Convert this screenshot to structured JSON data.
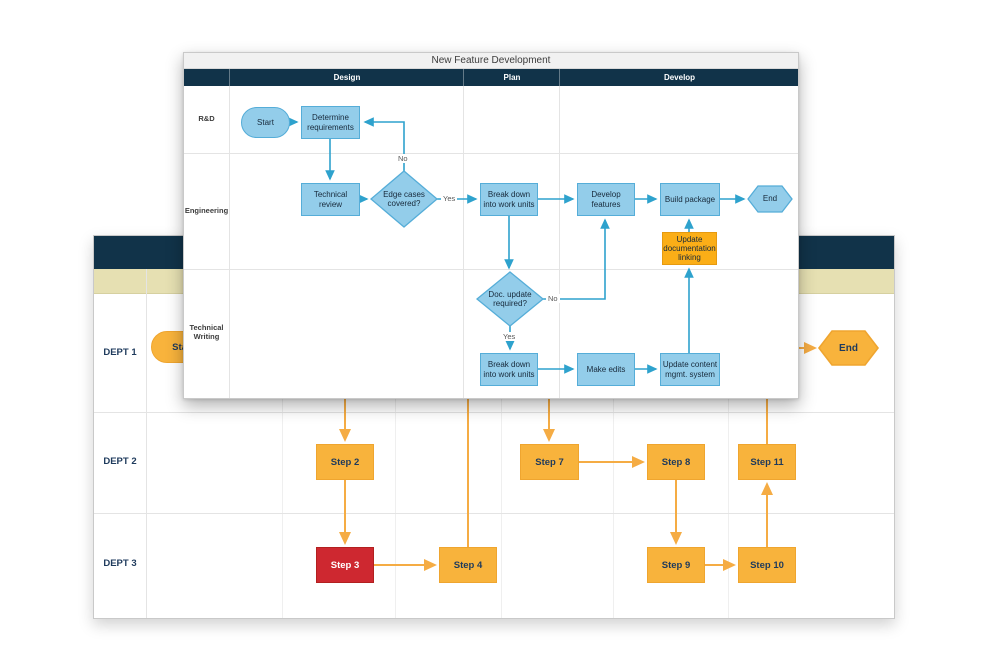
{
  "foreground_diagram": {
    "title": "New Feature Development",
    "phases": [
      "Design",
      "Plan",
      "Develop"
    ],
    "lanes": [
      "R&D",
      "Engineering",
      "Technical Writing"
    ],
    "nodes": {
      "start": "Start",
      "determine_requirements": "Determine requirements",
      "technical_review": "Technical review",
      "edge_cases_covered": "Edge cases covered?",
      "break_down_into_work_units_eng": "Break down into work units",
      "develop_features": "Develop features",
      "build_package": "Build package",
      "end": "End",
      "update_documentation_linking": "Update documentation linking",
      "doc_update_required": "Doc. update required?",
      "break_down_into_work_units_tw": "Break down into work units",
      "make_edits": "Make edits",
      "update_content_mgmt_system": "Update content mgmt. system"
    },
    "edge_labels": {
      "edge_cases_no": "No",
      "edge_cases_yes": "Yes",
      "doc_update_no": "No",
      "doc_update_yes": "Yes"
    }
  },
  "background_diagram": {
    "lanes": [
      "DEPT 1",
      "DEPT 2",
      "DEPT 3"
    ],
    "nodes": {
      "start": "Start",
      "end": "End",
      "step2": "Step 2",
      "step3": "Step 3",
      "step4": "Step 4",
      "step7": "Step 7",
      "step8": "Step 8",
      "step9": "Step 9",
      "step10": "Step 10",
      "step11": "Step 11"
    }
  },
  "colors": {
    "navy_header": "#113349",
    "tan_band": "#E6E0B2",
    "blue_node_fill": "#93CDEA",
    "blue_node_stroke": "#55ADD8",
    "blue_connector": "#2EA2CD",
    "orange_node_fill": "#F8B33C",
    "orange_node_stroke": "#EFA52F",
    "orange_connector": "#F5AC44",
    "red_node_fill": "#CE2830",
    "amber_node_fill": "#FBAE17",
    "node_text": "#17293A",
    "step_text": "#1E3A5C"
  }
}
